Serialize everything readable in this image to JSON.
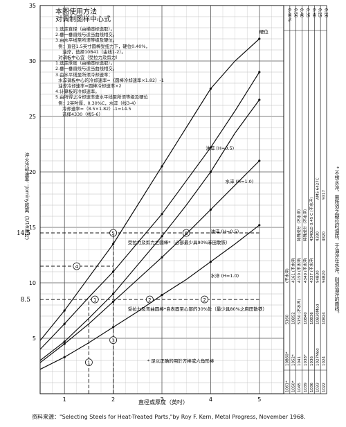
{
  "notes": {
    "title_lines": [
      "本图使用方法",
      "对调制图样中心式"
    ],
    "lines": [
      "1.选定直径（由横座标选取）。",
      "2.垂一垂直线与适当曲线相交。",
      "3.由水平线至所须等级及硬位。",
      "  例：直径1.5英寸圆棒受扭力下，硬位0.40%，",
      "     油淬，选择10B41（由线1-2）。",
      "  对调板中心宜（受拉力及剪力）",
      "1.选定厚度（由横座标选取）。",
      "2.垂一垂直线与适当曲线相交。",
      "3.由水平线至所须冷却速率：",
      "  水淬调板中心的冷却速率=（圆棒冷却速率×1.82）-1",
      "  油淬冷却速率=圆棒冷却速率×2",
      "4.计算板的冷却速率。",
      "5.由所得之冷却速率查水平线至所须等级及硬位",
      "  例：2英吋厚，0.30%C，水淬（线3-4）",
      "     冷却速率=（8.5×1.82）-1=14.5",
      "     选择4330（线5-6）"
    ]
  },
  "vertical_note": "* 不锈水淬，需所须之硬位时调质，于油淬在水淬，则须油淬的曲线。",
  "source": "资料来源：\"Selecting Steels for Heat-Treated Parts,\"by Roy F. Kern, Metal Progress, November 1968.",
  "chart_data": {
    "type": "line",
    "xlabel": "直径或厚度（英吋）",
    "ylabel": "淬火冷却速率：Jominy距离（1/16英吋）",
    "xlim": [
      0.5,
      5.5
    ],
    "ylim": [
      0,
      35
    ],
    "xticks": [
      "1",
      "2",
      "3",
      "4",
      "5"
    ],
    "yticks": [
      "5",
      "10",
      "15",
      "20",
      "25",
      "30",
      "35"
    ],
    "grid": true,
    "extra_ytick_labels": [
      {
        "y": 14.5,
        "text": "14.5"
      },
      {
        "y": 8.5,
        "text": "8.5"
      }
    ],
    "series": [
      {
        "name": "油淬 (H=0.5)",
        "group": "受拉力及剪力",
        "x": [
          0.5,
          1,
          1.5,
          2,
          2.5,
          3,
          3.5,
          4,
          4.5,
          5
        ],
        "y": [
          3,
          4.7,
          6.8,
          9,
          11.6,
          14.2,
          17,
          20,
          23.5,
          26.5
        ]
      },
      {
        "name": "水淬 (H=1.0)",
        "group": "受拉力及剪力",
        "x": [
          0.5,
          1,
          1.5,
          2,
          2.5,
          3,
          3.5,
          4,
          4.5,
          5
        ],
        "y": [
          4,
          6.3,
          8.7,
          11,
          13.6,
          16.2,
          19.2,
          22.2,
          25.5,
          29
        ]
      },
      {
        "name": "油淬 (H=0.5)",
        "group": "受拉力及弯曲",
        "x": [
          0.5,
          1,
          1.5,
          2,
          2.5,
          3,
          3.5,
          4,
          4.5,
          5
        ],
        "y": [
          2.2,
          3.3,
          4.6,
          6,
          7.4,
          8.9,
          10.3,
          11.9,
          13.5,
          15.2
        ]
      },
      {
        "name": "水淬 (H=1.0)",
        "group": "受拉力及弯曲",
        "x": [
          0.5,
          1,
          1.5,
          2,
          2.5,
          3,
          3.5,
          4,
          4.5,
          5
        ],
        "y": [
          2.8,
          4.5,
          6.3,
          8.3,
          10.3,
          12.3,
          14.4,
          16.6,
          18.8,
          21
        ]
      },
      {
        "name": "硬位",
        "group": "top",
        "x": [
          0.5,
          1,
          1.5,
          2,
          2.5,
          3,
          3.5,
          4,
          4.5,
          5
        ],
        "y": [
          4.8,
          7.5,
          10.5,
          13.5,
          17,
          20.5,
          24,
          27.5,
          30,
          32
        ]
      }
    ],
    "reference_lines": [
      {
        "name": "line 1-2",
        "y": 8.5,
        "x_from": 0.5,
        "x_to": 5,
        "markers": [
          "1",
          "2",
          "2"
        ]
      },
      {
        "name": "line 5-6",
        "y": 14.5,
        "x_from": 0.5,
        "x_to": 5,
        "markers": [
          "5",
          "6"
        ]
      },
      {
        "name": "line 3-4",
        "y": 11.5,
        "x_from": 0.5,
        "x_to": 2,
        "markers": [
          "4"
        ]
      },
      {
        "name": "vertical 1",
        "x": 1.5,
        "y_from": 0,
        "y_to": 8.5,
        "markers": [
          "1"
        ]
      },
      {
        "name": "vertical 3",
        "x": 2,
        "y_from": 0,
        "y_to": 14.5,
        "markers": [
          "3"
        ]
      }
    ],
    "annotations": [
      {
        "text": "受拉力及剪力之圆棒*（心部最少具90%麻田散铁）",
        "x": 2.3,
        "y": 13.5
      },
      {
        "text": "受拉力及弯曲圆棒*自表面至心部的30%处（最少具80%之麻田散铁）",
        "x": 2.3,
        "y": 7.5
      },
      {
        "text": "油淬 (H=0.5)",
        "x": 3.9,
        "y": 22
      },
      {
        "text": "水淬 (H=1.0)",
        "x": 4.3,
        "y": 19
      },
      {
        "text": "油淬 (H=0.5)",
        "x": 4.0,
        "y": 14.5
      },
      {
        "text": "水淬 (H=1.0)",
        "x": 4.0,
        "y": 10.5
      },
      {
        "text": "硬位",
        "x": 5.0,
        "y": 32.5
      },
      {
        "text": "* 足以正确的用於方棒或六角形棒",
        "x": 2.7,
        "y": 2.8
      }
    ],
    "table": {
      "header": [
        "0.40%",
        "0.50",
        "0.40",
        "0.35",
        "0.30",
        "0.25",
        "0.20"
      ],
      "columns": [
        {
          "bottom": "1061*",
          "cells": [
            "10B60*",
            "5160",
            "(不水淬)"
          ]
        },
        {
          "bottom": "1050*",
          "cells": [
            "1052*",
            "10B52",
            "4161 (不水淬)"
          ]
        },
        {
          "bottom": "1045",
          "cells": [
            "1041",
            "5150 (不水淬)",
            "4150 (不水淬)",
            "特殊成分（不水淬）"
          ]
        },
        {
          "bottom": "1039",
          "cells": [
            "1038*",
            "10B40",
            "4340 (不水淬)",
            "特殊成分（不水淬）"
          ]
        },
        {
          "bottom": "1036",
          "cells": [
            "1036",
            "10B36",
            "4337 (不水淬)",
            "4340LD 0.45 C (不水淬)"
          ]
        },
        {
          "bottom": "1033",
          "cells": [
            "1027Mod",
            "10B30Mod",
            "94B30",
            "4330",
            "AMS 6427C"
          ]
        },
        {
          "bottom": "1022",
          "cells": [
            "1024",
            "10B24",
            "94B20",
            "4820",
            "9317"
          ]
        }
      ]
    }
  }
}
